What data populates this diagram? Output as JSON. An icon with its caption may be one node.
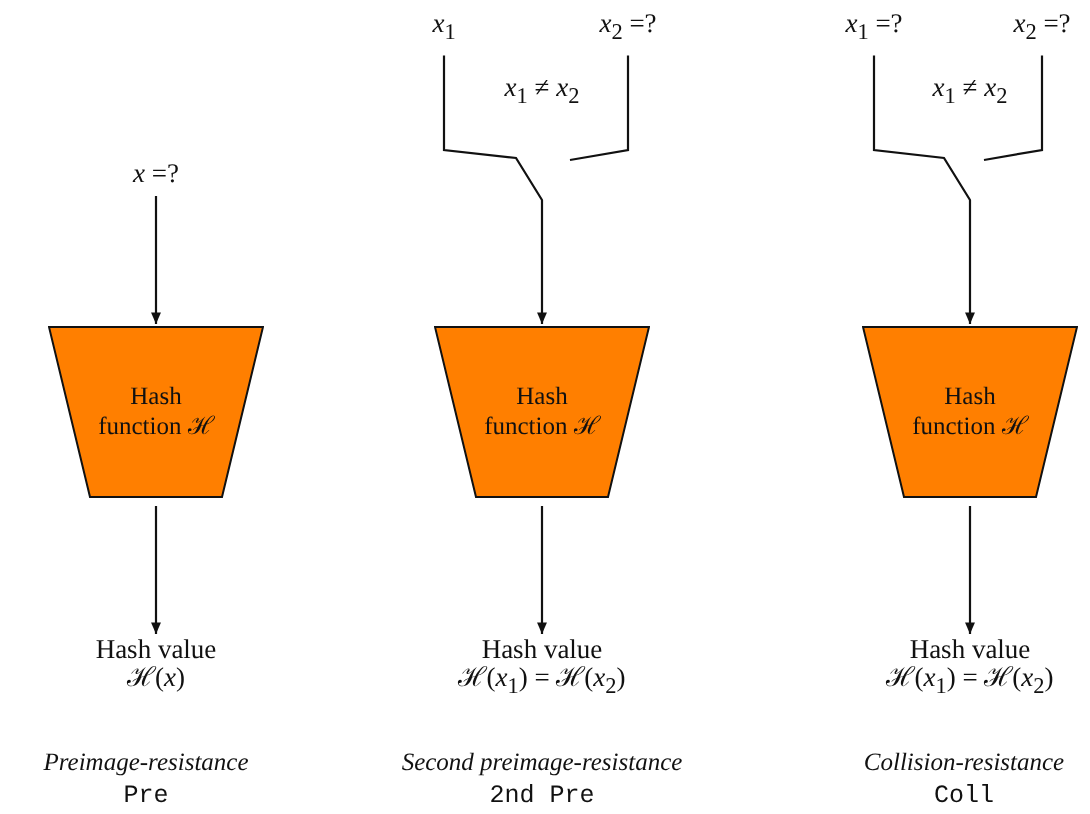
{
  "diagram": {
    "nodes": [
      {
        "text": [
          "*x* =?"
        ]
      },
      {
        "text": [
          "Hash function ℋ"
        ]
      },
      {
        "text": [
          "Hash value",
          "ℋ(*x*)"
        ]
      },
      {
        "text": [
          "*x*$_{1}$"
        ]
      },
      {
        "text": [
          "*x*$_{2}$ =?"
        ]
      },
      {
        "text": [
          "Hash function ℋ"
        ]
      },
      {
        "text": [
          "Hash value",
          "ℋ(*x*$_{1}$) = ℋ(*x*$_{2}$)"
        ]
      },
      {
        "text": [
          "*x*$_{1}$ =?"
        ]
      },
      {
        "text": [
          "*x*$_{2}$ =?"
        ]
      },
      {
        "text": [
          "Hash function ℋ"
        ]
      },
      {
        "text": [
          "Hash value",
          "ℋ(*x*$_{1}$) = ℋ(*x*$_{2}$)"
        ]
      }
    ],
    "edges": [
      {
        "from": 0,
        "to": 1,
        "arrow": "to"
      },
      {
        "from": 1,
        "to": 2,
        "arrow": "to"
      },
      {
        "from": 3,
        "to": 5,
        "arrow": "to"
      },
      {
        "from": 4,
        "to": null,
        "arrow": "none"
      },
      {
        "from": 5,
        "to": 6,
        "arrow": "to"
      },
      {
        "from": 7,
        "to": 9,
        "arrow": "to"
      },
      {
        "from": 8,
        "to": null,
        "arrow": "none"
      },
      {
        "from": 9,
        "to": 10,
        "arrow": "to"
      }
    ],
    "labels": [
      "*x*$_{1}$ ≠ *x*$_{2}$",
      "*x*$_{1}$ ≠ *x*$_{2}$",
      "Preimage-resistance",
      "Pre",
      "Second preimage-resistance",
      "2nd Pre",
      "Collision-resistance",
      "Coll"
    ]
  }
}
